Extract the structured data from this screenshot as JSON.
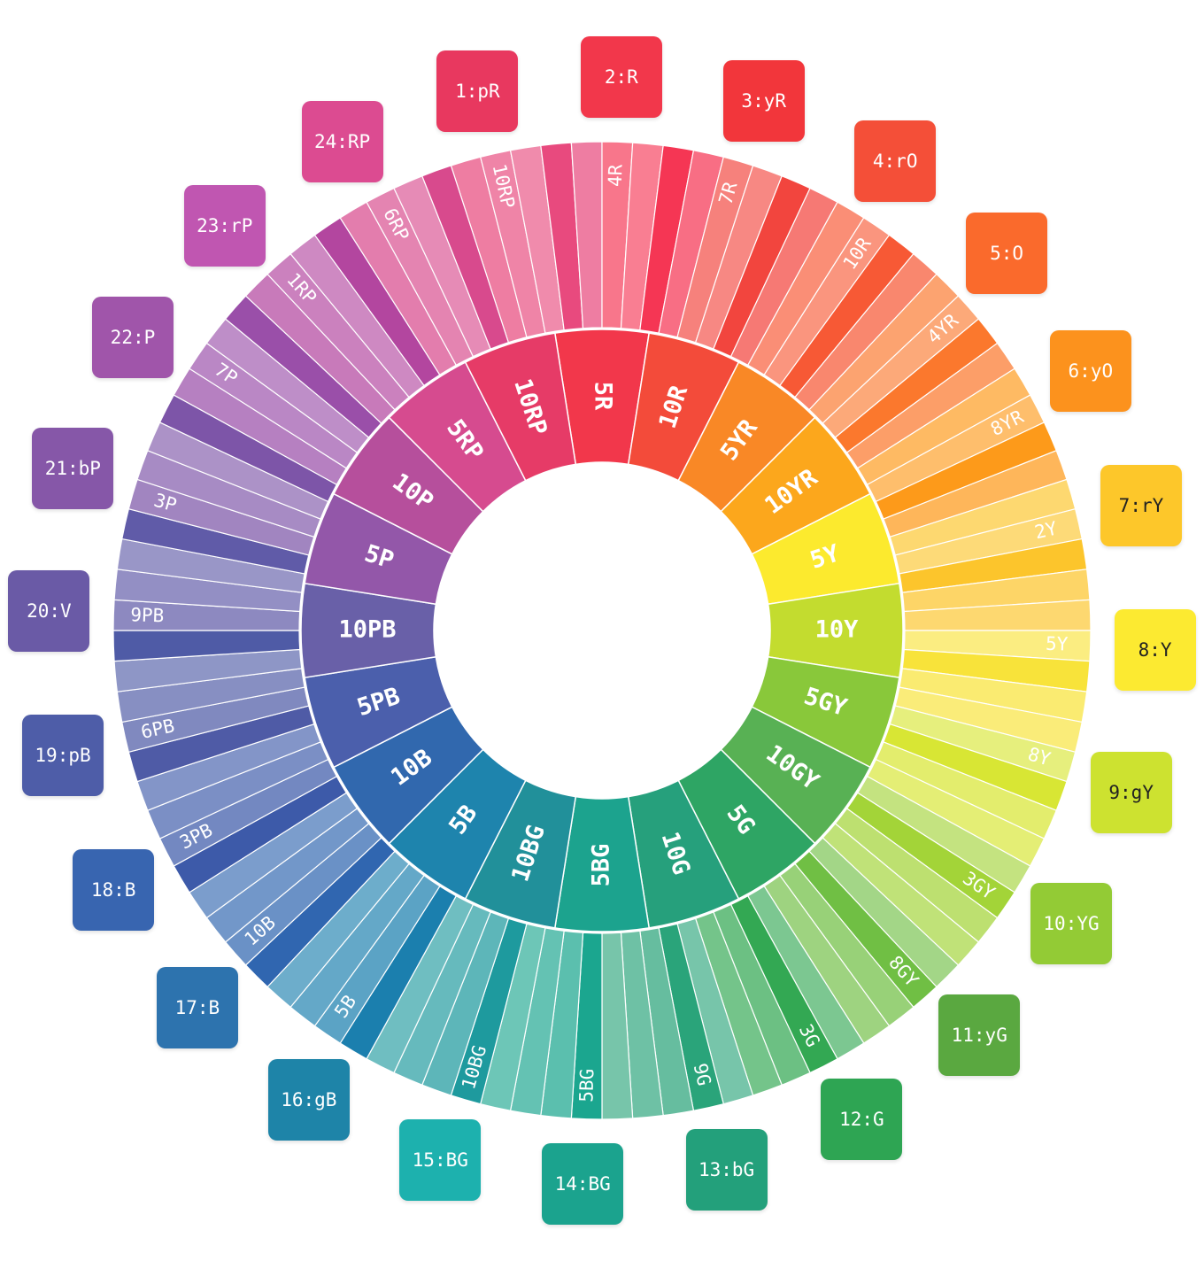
{
  "outer_ring": {
    "hues": [
      {
        "label": "10RP",
        "color": "#e84a7e"
      },
      {
        "label": "4R",
        "color": "#f53654"
      },
      {
        "label": "7R",
        "color": "#f2453e"
      },
      {
        "label": "10R",
        "color": "#f75935"
      },
      {
        "label": "4YR",
        "color": "#fb782d"
      },
      {
        "label": "8YR",
        "color": "#fd9a1a"
      },
      {
        "label": "2Y",
        "color": "#fcc52c"
      },
      {
        "label": "5Y",
        "color": "#f8e33a"
      },
      {
        "label": "8Y",
        "color": "#d8e634"
      },
      {
        "label": "3GY",
        "color": "#a3d438"
      },
      {
        "label": "8GY",
        "color": "#70bf44"
      },
      {
        "label": "3G",
        "color": "#33a853"
      },
      {
        "label": "9G",
        "color": "#2aa47a"
      },
      {
        "label": "5BG",
        "color": "#1ba68f"
      },
      {
        "label": "10BG",
        "color": "#1e9a9e"
      },
      {
        "label": "5B",
        "color": "#1b7fae"
      },
      {
        "label": "10B",
        "color": "#3066b0"
      },
      {
        "label": "3PB",
        "color": "#3d5aa9"
      },
      {
        "label": "6PB",
        "color": "#4f5ba6"
      },
      {
        "label": "9PB",
        "color": "#605ba8"
      },
      {
        "label": "3P",
        "color": "#7d55a8"
      },
      {
        "label": "7P",
        "color": "#9a4fa9"
      },
      {
        "label": "1RP",
        "color": "#b3469f"
      },
      {
        "label": "6RP",
        "color": "#d84a8d"
      }
    ]
  },
  "inner_ring": {
    "hues": [
      {
        "label": "5R",
        "color": "#f2374b"
      },
      {
        "label": "10R",
        "color": "#f34b3a"
      },
      {
        "label": "5YR",
        "color": "#f98826"
      },
      {
        "label": "10YR",
        "color": "#fca71c"
      },
      {
        "label": "5Y",
        "color": "#fcea2e"
      },
      {
        "label": "10Y",
        "color": "#c3dc2f"
      },
      {
        "label": "5GY",
        "color": "#89c83a"
      },
      {
        "label": "10GY",
        "color": "#58b154"
      },
      {
        "label": "5G",
        "color": "#2ea564"
      },
      {
        "label": "10G",
        "color": "#26a07c"
      },
      {
        "label": "5BG",
        "color": "#1ca38e"
      },
      {
        "label": "10BG",
        "color": "#21909a"
      },
      {
        "label": "5B",
        "color": "#1e84ad"
      },
      {
        "label": "10B",
        "color": "#3168ae"
      },
      {
        "label": "5PB",
        "color": "#4b5fac"
      },
      {
        "label": "10PB",
        "color": "#6960a8"
      },
      {
        "label": "5P",
        "color": "#9357a9"
      },
      {
        "label": "10P",
        "color": "#b64f9c"
      },
      {
        "label": "5RP",
        "color": "#d64b8f"
      },
      {
        "label": "10RP",
        "color": "#e63b67"
      }
    ]
  },
  "tiles": [
    {
      "label": "1:pR",
      "color": "#e8385f"
    },
    {
      "label": "2:R",
      "color": "#f2374b"
    },
    {
      "label": "3:yR",
      "color": "#f2363b"
    },
    {
      "label": "4:rO",
      "color": "#f44f38"
    },
    {
      "label": "5:O",
      "color": "#fa6a2c"
    },
    {
      "label": "6:yO",
      "color": "#fc921d"
    },
    {
      "label": "7:rY",
      "color": "#fdc72a"
    },
    {
      "label": "8:Y",
      "color": "#fcea31"
    },
    {
      "label": "9:gY",
      "color": "#cde230"
    },
    {
      "label": "10:YG",
      "color": "#93cb35"
    },
    {
      "label": "11:yG",
      "color": "#5aa840"
    },
    {
      "label": "12:G",
      "color": "#2ea553"
    },
    {
      "label": "13:bG",
      "color": "#23a07b"
    },
    {
      "label": "14:BG",
      "color": "#1ba38e"
    },
    {
      "label": "15:BG",
      "color": "#1db1ae"
    },
    {
      "label": "16:gB",
      "color": "#1e84a8"
    },
    {
      "label": "17:B",
      "color": "#2d73ae"
    },
    {
      "label": "18:B",
      "color": "#3865b0"
    },
    {
      "label": "19:pB",
      "color": "#4e5da8"
    },
    {
      "label": "20:V",
      "color": "#6a5aa6"
    },
    {
      "label": "21:bP",
      "color": "#8657a8"
    },
    {
      "label": "22:P",
      "color": "#a055aa"
    },
    {
      "label": "23:rP",
      "color": "#c056b1"
    },
    {
      "label": "24:RP",
      "color": "#dc4b91"
    }
  ]
}
